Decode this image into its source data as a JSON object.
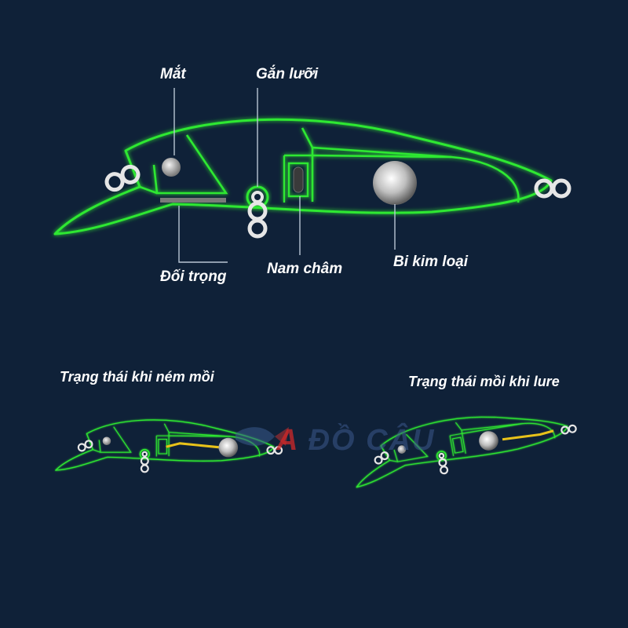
{
  "labels": {
    "eye": "Mắt",
    "hook_attach": "Gắn lưỡi",
    "counterweight": "Đối trọng",
    "magnet": "Nam châm",
    "metal_ball": "Bi kim loại"
  },
  "states": {
    "casting": "Trạng thái khi ném mồi",
    "luring": "Trạng thái mồi khi lure"
  },
  "watermark": {
    "first": "A",
    "rest": "ĐỒ CÂU"
  },
  "colors": {
    "background": "#0f2138",
    "outline_glow": "#2ee830",
    "leader_line": "#b8c6d4",
    "wire": "#e8c21a",
    "label": "#ffffff"
  }
}
